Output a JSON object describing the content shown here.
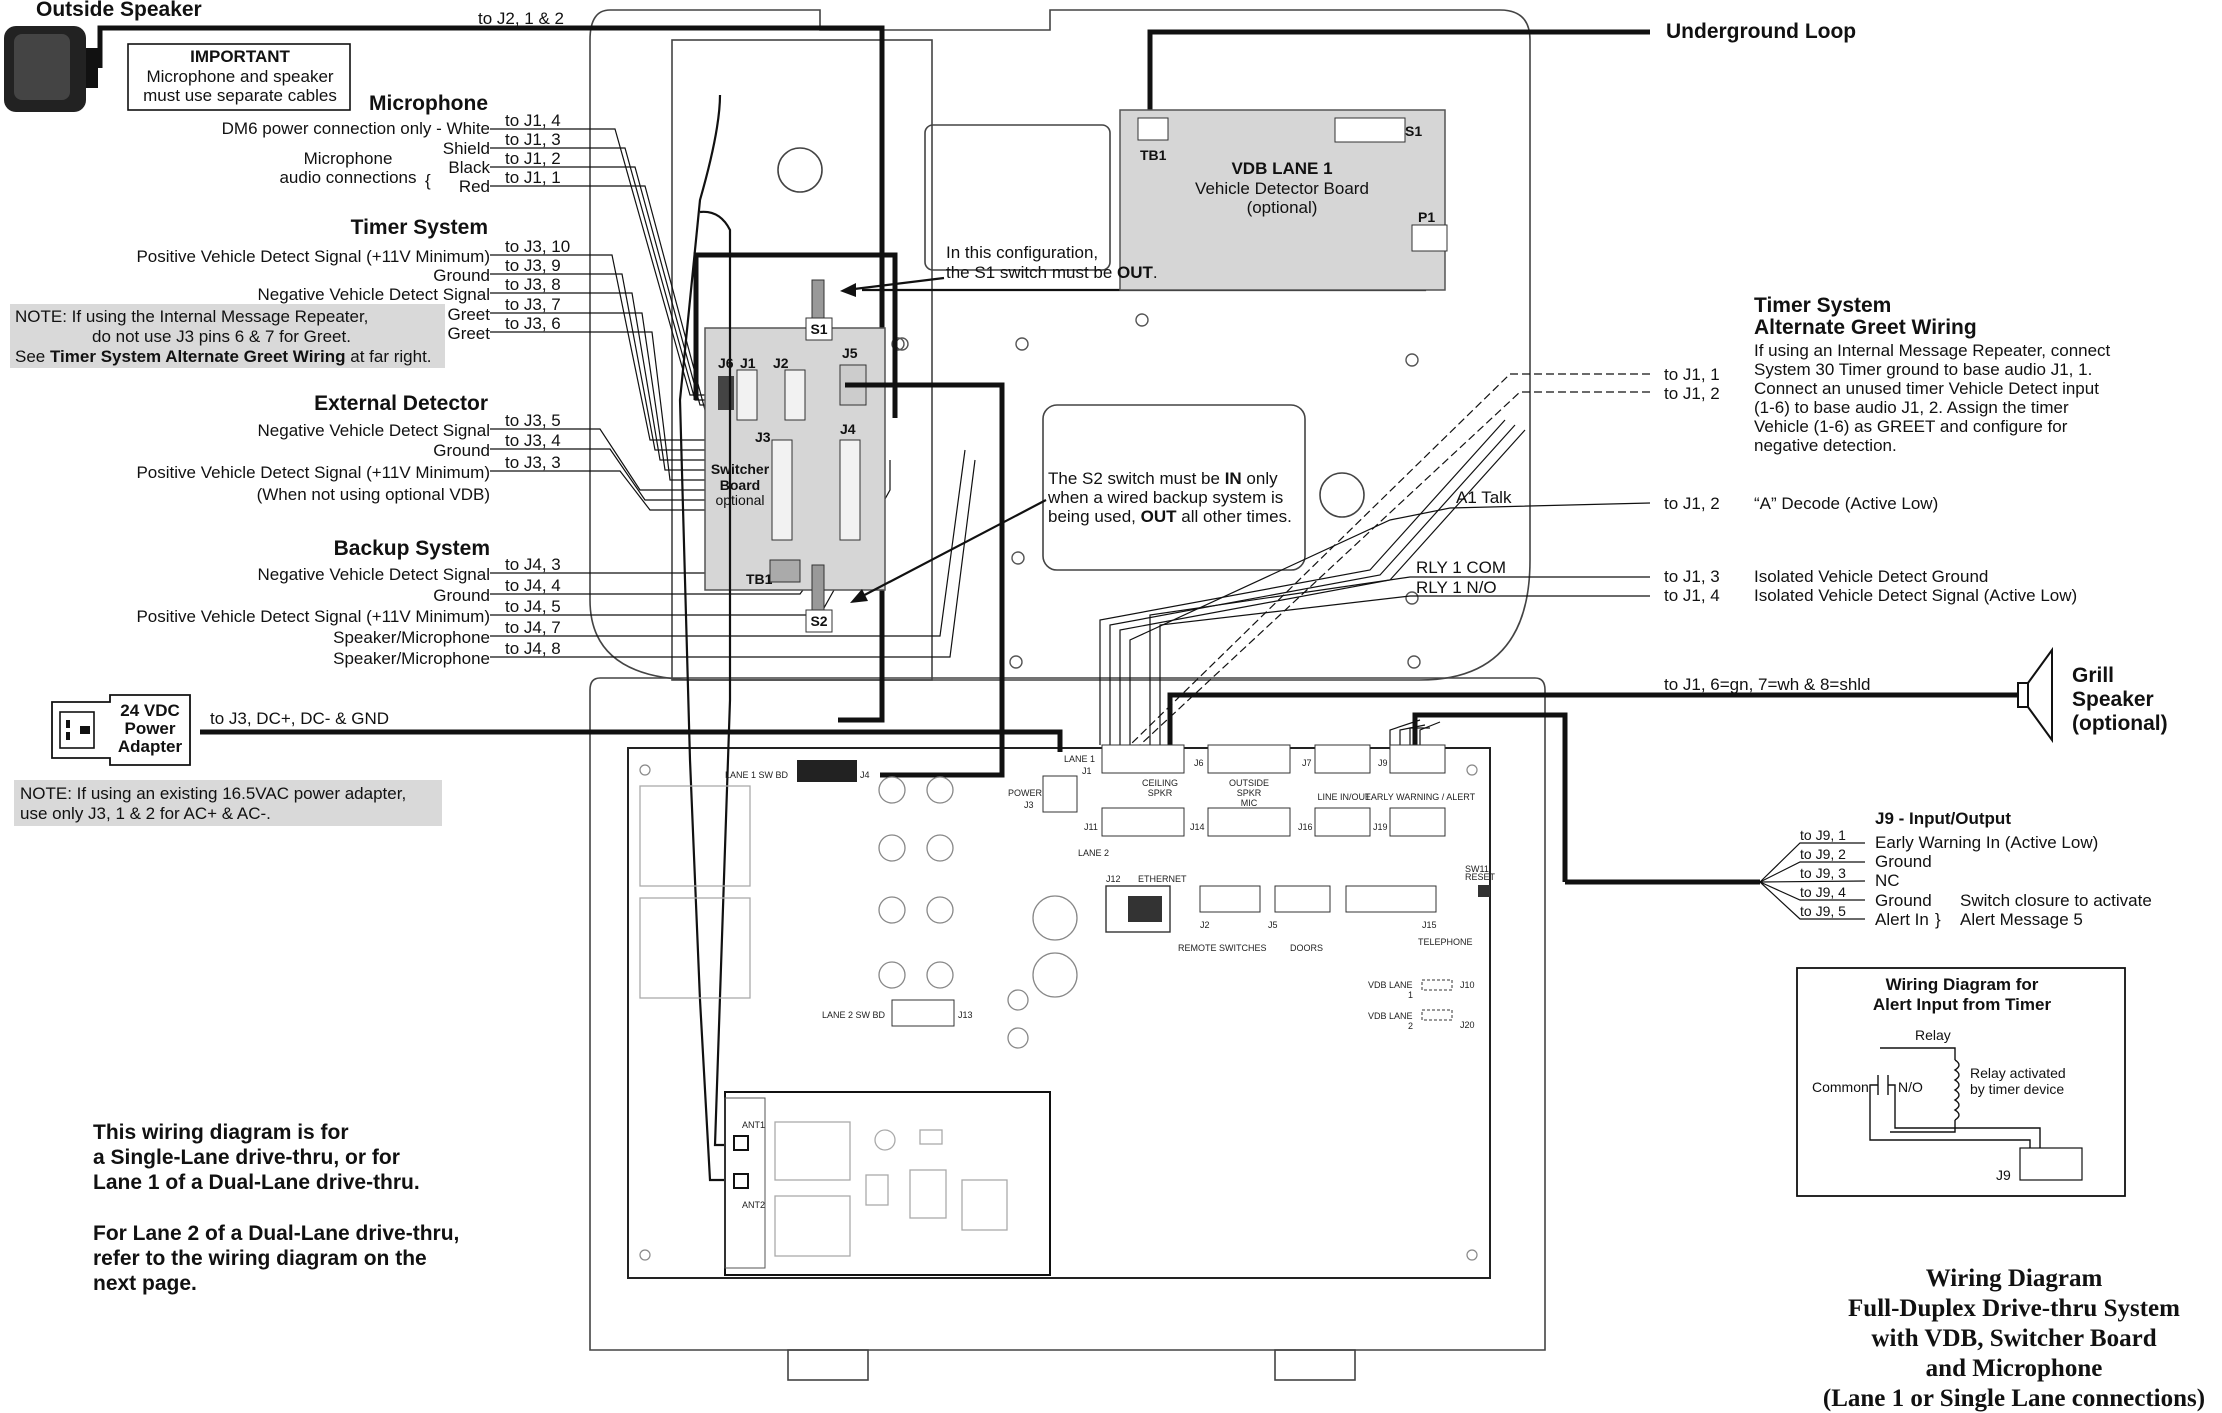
{
  "outside_speaker": {
    "title": "Outside Speaker",
    "to": "to J2, 1 & 2"
  },
  "important": {
    "title": "IMPORTANT",
    "line1": "Microphone and speaker",
    "line2": "must use separate cables"
  },
  "underground_loop": "Underground Loop",
  "microphone": {
    "title": "Microphone",
    "dm6": "DM6 power connection only - White",
    "audio1": "Microphone",
    "audio2": "audio connections",
    "shield": "Shield",
    "black": "Black",
    "red": "Red",
    "to": [
      "to J1, 4",
      "to J1, 3",
      "to J1, 2",
      "to J1, 1"
    ]
  },
  "timer_system": {
    "title": "Timer System",
    "labels": [
      "Positive Vehicle Detect Signal (+11V Minimum)",
      "Ground",
      "Negative Vehicle Detect Signal",
      "Greet",
      "Greet"
    ],
    "to": [
      "to J3, 10",
      "to J3, 9",
      "to J3, 8",
      "to J3, 7",
      "to J3, 6"
    ]
  },
  "note1": {
    "line1": "NOTE:  If using the Internal Message Repeater,",
    "line2": "do not use J3 pins 6 & 7 for Greet.",
    "line3a": "See ",
    "line3b": "Timer System Alternate Greet Wiring",
    "line3c": " at far right."
  },
  "external_detector": {
    "title": "External Detector",
    "labels": [
      "Negative Vehicle Detect Signal",
      "Ground",
      "Positive Vehicle Detect Signal (+11V Minimum)",
      "(When not using optional VDB)"
    ],
    "to": [
      "to J3, 5",
      "to J3, 4",
      "to J3, 3"
    ]
  },
  "backup_system": {
    "title": "Backup System",
    "labels": [
      "Negative Vehicle Detect Signal",
      "Ground",
      "Positive Vehicle Detect Signal (+11V Minimum)",
      "Speaker/Microphone",
      "Speaker/Microphone"
    ],
    "to": [
      "to J4, 3",
      "to J4, 4",
      "to J4, 5",
      "to J4, 7",
      "to J4, 8"
    ]
  },
  "power_adapter": {
    "line1": "24 VDC",
    "line2": "Power",
    "line3": "Adapter",
    "to": "to J3, DC+, DC- & GND"
  },
  "note2": {
    "line1": "NOTE:  If using an existing 16.5VAC power adapter,",
    "line2": "use only J3, 1 & 2 for AC+ & AC-."
  },
  "vdb": {
    "tb1": "TB1",
    "s1": "S1",
    "p1": "P1",
    "title": "VDB LANE 1",
    "sub1": "Vehicle Detector Board",
    "sub2": "(optional)"
  },
  "s1_note": {
    "line1": "In this configuration,",
    "line2a": "the S1 switch must be ",
    "line2b": "OUT",
    "line2c": "."
  },
  "s2_note": {
    "line1a": "The S2 switch must be ",
    "line1b": "IN",
    "line1c": " only",
    "line2": "when a wired backup system is",
    "line3a": "being used, ",
    "line3b": "OUT",
    "line3c": " all other times."
  },
  "switcher": {
    "s1": "S1",
    "s2": "S2",
    "j1": "J1",
    "j2": "J2",
    "j3": "J3",
    "j4": "J4",
    "j5": "J5",
    "j6": "J6",
    "tb1": "TB1",
    "name1": "Switcher",
    "name2": "Board",
    "name3": "optional"
  },
  "alt_greet": {
    "title1": "Timer System",
    "title2": "Alternate Greet Wiring",
    "desc": [
      "If using an Internal Message Repeater, connect",
      "System 30 Timer ground to base audio J1, 1.",
      "Connect an unused timer Vehicle Detect input",
      "(1-6) to base audio J1, 2.  Assign the timer",
      "Vehicle (1-6) as GREET and configure for",
      "negative detection."
    ],
    "to": [
      "to J1, 1",
      "to J1, 2"
    ]
  },
  "a1_talk": {
    "label": "A1 Talk",
    "to": "to J1, 2",
    "desc": "“A” Decode (Active Low)"
  },
  "relay1": {
    "com": "RLY 1 COM",
    "no": "RLY 1 N/O",
    "to": [
      "to J1, 3",
      "to J1, 4"
    ],
    "desc": [
      "Isolated Vehicle Detect Ground",
      "Isolated Vehicle Detect Signal (Active Low)"
    ]
  },
  "grill": {
    "to": "to J1, 6=gn, 7=wh & 8=shld",
    "line1": "Grill",
    "line2": "Speaker",
    "line3": "(optional)"
  },
  "j9": {
    "title": "J9 - Input/Output",
    "to": [
      "to J9,  1",
      "to J9,  2",
      "to J9,  3",
      "to J9,  4",
      "to J9,  5"
    ],
    "labels": [
      "Early Warning In (Active Low)",
      "Ground",
      "NC",
      "Ground",
      "Alert In"
    ],
    "switch1": "Switch closure to activate",
    "switch2": "Alert Message 5"
  },
  "alert_box": {
    "title1": "Wiring Diagram for",
    "title2": "Alert Input from Timer",
    "relay": "Relay",
    "common": "Common",
    "no": "N/O",
    "act1": "Relay activated",
    "act2": "by timer device",
    "j9": "J9"
  },
  "base": {
    "lane1_swbd": "LANE 1 SW BD",
    "j4": "J4",
    "power": "POWER",
    "j3": "J3",
    "lane1": "LANE 1",
    "j1": "J1",
    "j6": "J6",
    "j7": "J7",
    "j9": "J9",
    "ceiling": "CEILING",
    "spkr": "SPKR",
    "outside": "OUTSIDE",
    "outside2": "SPKR",
    "mic": "MIC",
    "line_in_out": "LINE IN/OUT",
    "early": "EARLY WARNING / ALERT",
    "j11": "J11",
    "j14": "J14",
    "j16": "J16",
    "j19": "J19",
    "lane2": "LANE 2",
    "ethernet": "ETHERNET",
    "j12": "J12",
    "j2": "J2",
    "j5": "J5",
    "j15": "J15",
    "remote": "REMOTE SWITCHES",
    "doors": "DOORS",
    "telephone": "TELEPHONE",
    "sw11": "SW11",
    "reset": "RESET",
    "vdb_lane1": "VDB LANE",
    "vdb_lane2": "VDB LANE",
    "j10": "J10",
    "j20": "J20",
    "one": "1",
    "two": "2",
    "lane2_swbd": "LANE 2 SW BD",
    "j13": "J13",
    "ant1": "ANT1",
    "ant2": "ANT2"
  },
  "footnote": {
    "l1": "This wiring diagram is for",
    "l2": "a Single-Lane drive-thru, or for",
    "l3": "Lane 1 of a Dual-Lane drive-thru.",
    "l4": "For Lane 2 of a Dual-Lane drive-thru,",
    "l5": "refer to the wiring diagram on the",
    "l6": "next page."
  },
  "caption": {
    "l1": "Wiring Diagram",
    "l2": "Full-Duplex Drive-thru System",
    "l3": "with VDB, Switcher Board",
    "l4": "and Microphone",
    "l5": "(Lane 1 or Single Lane connections)"
  }
}
